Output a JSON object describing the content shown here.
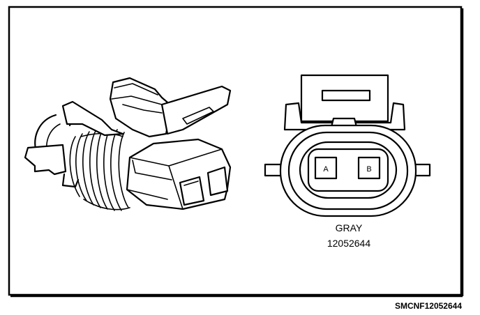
{
  "connector": {
    "color_label": "GRAY",
    "part_number": "12052644",
    "terminals": [
      "A",
      "B"
    ]
  },
  "figure_code": "SMCNF12052644"
}
